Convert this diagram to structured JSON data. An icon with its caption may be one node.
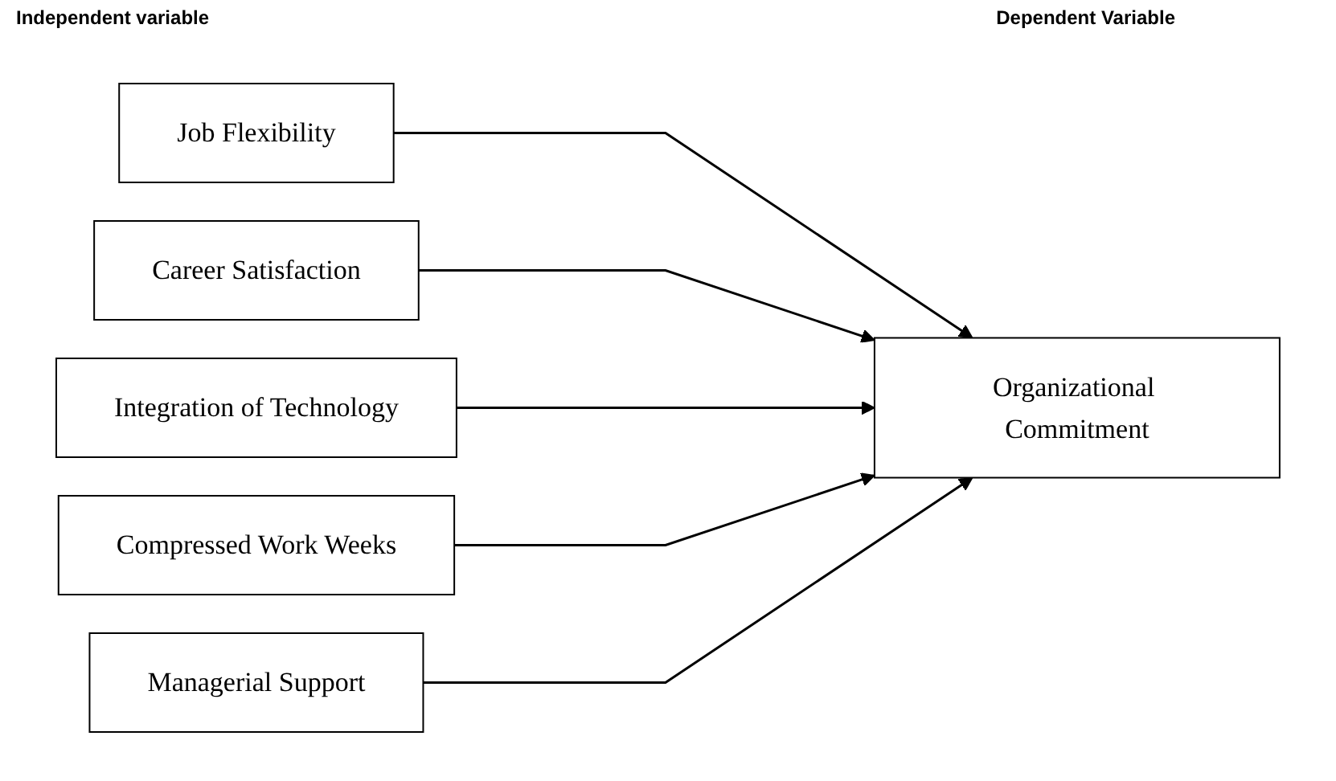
{
  "diagram": {
    "nodes": [
      {
        "text": [
          "Job Flexibility"
        ]
      },
      {
        "text": [
          "Career Satisfaction"
        ]
      },
      {
        "text": [
          "Integration of Technology"
        ]
      },
      {
        "text": [
          "Compressed Work Weeks"
        ]
      },
      {
        "text": [
          "Managerial Support"
        ]
      },
      {
        "text": [
          "Organizational Commitment"
        ]
      }
    ],
    "edges": [
      {
        "from": 0,
        "to": 5,
        "arrow": "to"
      },
      {
        "from": 1,
        "to": 5,
        "arrow": "to"
      },
      {
        "from": 2,
        "to": 5,
        "arrow": "to"
      },
      {
        "from": 3,
        "to": 5,
        "arrow": "to"
      },
      {
        "from": 4,
        "to": 5,
        "arrow": "to"
      }
    ],
    "labels": [
      "Independent variable",
      "Dependent Variable"
    ]
  }
}
